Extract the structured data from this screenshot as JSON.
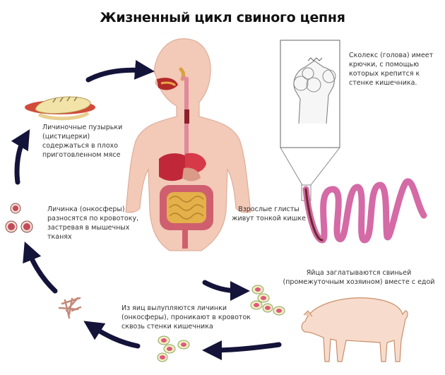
{
  "title": "Жизненный цикл свиного цепня",
  "captions": {
    "scolex": [
      "Сколекс (голова) имеет",
      "крючки, с помощью",
      "которых крепится к",
      "стенке кишечника."
    ],
    "cysticerci": [
      "Личиночные пузырьки",
      "(цистицерки)",
      "содержаться в плохо",
      "приготовленном мясе"
    ],
    "oncospheres_blood": [
      "Личинка (онкосферы)",
      "разносятся по кровотоку,",
      "застревая в мышечных",
      "тканях"
    ],
    "adult_worms": [
      "Взрослые глисты",
      "живут тонкой кишке"
    ],
    "eggs_pig": [
      "Яйца заглатываются свиньей",
      "(промежуточным хозяином) вместе с едой"
    ],
    "hatching": [
      "Из яиц вылупляются личинки",
      "(онкосферы), проникают в кровоток",
      "сквозь  стенки кишечника"
    ]
  },
  "colors": {
    "arrow": "#14143a",
    "skin": "#f3c9b8",
    "worm": "#d46aa6",
    "organ_red": "#c0283a",
    "intestine_yellow": "#e3b04a",
    "egg_pink": "#e0587e",
    "egg_shell": "#f2efc0"
  },
  "illustrations": [
    "hotdog-image",
    "human-body-image",
    "scolex-image",
    "tapeworm-image",
    "pig-image",
    "eggs-image",
    "oncospheres-image",
    "cysts-image"
  ]
}
